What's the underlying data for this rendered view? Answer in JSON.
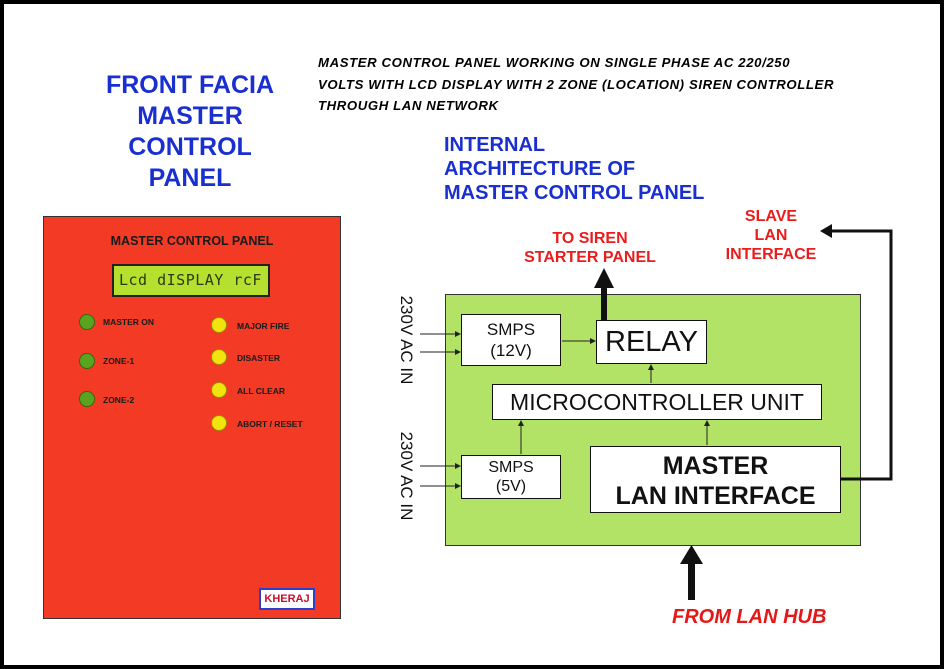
{
  "front_title": [
    "FRONT FACIA",
    "MASTER",
    "CONTROL",
    "PANEL"
  ],
  "description": [
    "MASTER CONTROL PANEL WORKING ON SINGLE PHASE AC 220/250",
    "VOLTS WITH LCD DISPLAY WITH 2 ZONE (LOCATION) SIREN CONTROLLER",
    "THROUGH LAN NETWORK"
  ],
  "internal_title": [
    "INTERNAL",
    "ARCHITECTURE OF",
    "MASTER CONTROL PANEL"
  ],
  "panel": {
    "title": "MASTER CONTROL PANEL",
    "lcd_text": "Lcd dISPLAY  rcF",
    "indicators_left": [
      {
        "label": "MASTER ON",
        "color": "#5aa321"
      },
      {
        "label": "ZONE-1",
        "color": "#5aa321"
      },
      {
        "label": "ZONE-2",
        "color": "#5aa321"
      }
    ],
    "indicators_right": [
      {
        "label": "MAJOR FIRE",
        "color": "#f1e40e"
      },
      {
        "label": "DISASTER",
        "color": "#f1e40e"
      },
      {
        "label": "ALL CLEAR",
        "color": "#f1e40e"
      },
      {
        "label": "ABORT / RESET",
        "color": "#f1e40e"
      }
    ],
    "brand": "KHERAJ"
  },
  "architecture": {
    "smps_12v": [
      "SMPS",
      "(12V)"
    ],
    "smps_5v": [
      "SMPS",
      "(5V)"
    ],
    "relay": "RELAY",
    "microcontroller": "MICROCONTROLLER UNIT",
    "master_lan": [
      "MASTER",
      "LAN INTERFACE"
    ],
    "ac_in_top": "230V AC IN",
    "ac_in_bottom": "230V AC IN",
    "to_siren": [
      "TO SIREN",
      "STARTER PANEL"
    ],
    "slave_lan": [
      "SLAVE",
      "LAN",
      "INTERFACE"
    ],
    "from_lan_hub": "FROM LAN HUB"
  },
  "colors": {
    "title_blue": "#1a2fd0",
    "panel_red": "#f23a24",
    "board_green": "#b2e266",
    "label_red": "#ea1c1c"
  }
}
